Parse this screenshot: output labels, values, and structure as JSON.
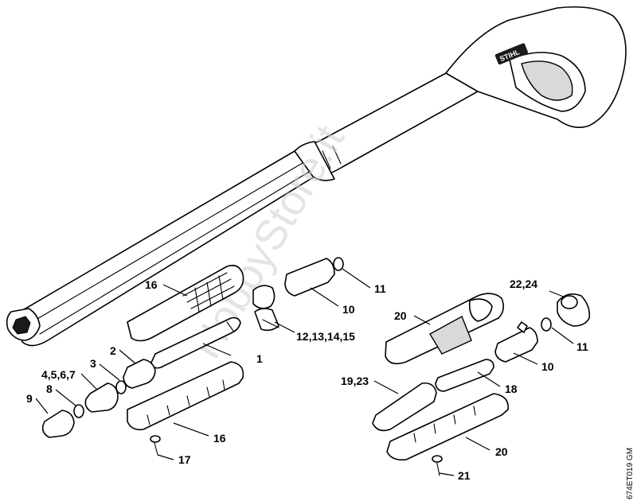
{
  "diagram": {
    "brand_logo": "STIHL",
    "watermark": "HobbyStore.it",
    "drawing_code": "674ET019 GM",
    "callouts": {
      "c1": "1",
      "c2": "2",
      "c3": "3",
      "c4567": "4,5,6,7",
      "c8": "8",
      "c9": "9",
      "c10a": "10",
      "c10b": "10",
      "c11a": "11",
      "c11b": "11",
      "c12131415": "12,13,14,15",
      "c16a": "16",
      "c16b": "16",
      "c17": "17",
      "c18": "18",
      "c1923": "19,23",
      "c20a": "20",
      "c20b": "20",
      "c21": "21",
      "c2224": "22,24"
    }
  }
}
